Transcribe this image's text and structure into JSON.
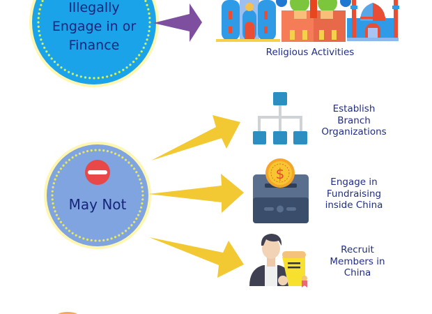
{
  "top_section": {
    "circle_lines": [
      "Illegally",
      "Engage in or",
      "Finance"
    ],
    "target_label": "Religious Activities",
    "colors": {
      "circle_fill": "#1aa3e8",
      "circle_ring": "#fff3a0",
      "dots": "#d8f05a",
      "arrow": "#7f4f9f"
    }
  },
  "may_not_section": {
    "circle_label": "May Not",
    "icon": "no-entry-icon",
    "colors": {
      "circle_fill": "#7fa4e0",
      "circle_ring": "#fff4a8",
      "dots": "#e8e860",
      "arrow": "#f2c833",
      "no_entry": "#e84848"
    },
    "items": [
      {
        "icon": "org-chart-icon",
        "lines": [
          "Establish",
          "Branch",
          "Organizations"
        ]
      },
      {
        "icon": "donation-box-icon",
        "lines": [
          "Engage in",
          "Fundraising",
          "inside China"
        ]
      },
      {
        "icon": "recruiter-icon",
        "lines": [
          "Recruit",
          "Members in",
          "China"
        ]
      }
    ]
  },
  "text_color": "#1f2d86"
}
